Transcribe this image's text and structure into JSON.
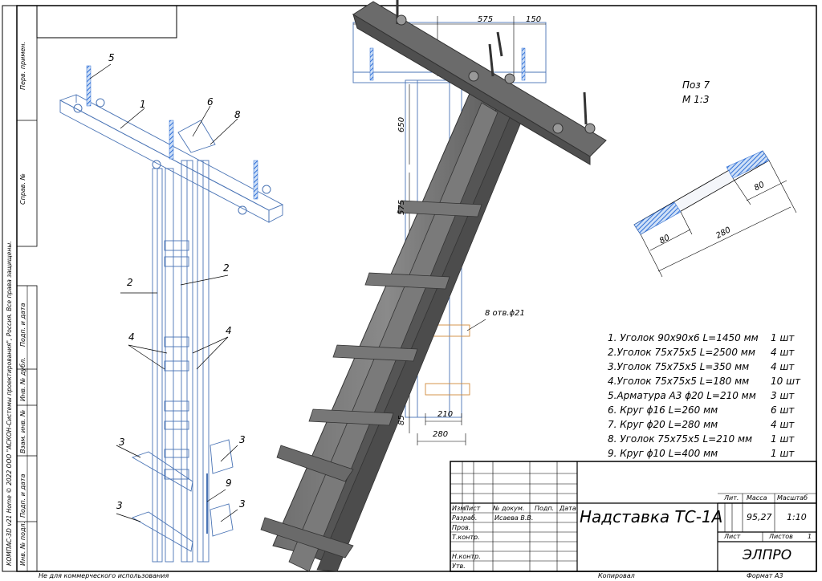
{
  "copyright_note": "КОМПАС-3D v21 Home © 2022 ООО \"АСКОН-Системы проектирования\", Россия. Все права защищены.",
  "footer": {
    "noncommercial": "Не для коммерческого использования",
    "copied_label": "Копировал",
    "format_label": "Формат",
    "format_value": "А3"
  },
  "side_stamp": {
    "perv_primen": "Перв. примен.",
    "sprav_no": "Справ. №",
    "podp_data_1": "Подп. и дата",
    "inv_dubl": "Инв. № дубл.",
    "vzam_inv": "Взам. инв. №",
    "podp_data_2": "Подп. и дата",
    "inv_podl": "Инв. № подл."
  },
  "iso_callouts": [
    "5",
    "1",
    "6",
    "8",
    "2",
    "2",
    "4",
    "4",
    "3",
    "3",
    "9",
    "3",
    "3"
  ],
  "dimensions": {
    "top_575": "575",
    "top_150": "150",
    "v_650": "650",
    "v_575": "575",
    "v_85": "85",
    "h_210": "210",
    "h_280": "280",
    "holes_note": "8 отв.ϕ21"
  },
  "detail": {
    "pos_label": "Поз 7",
    "scale_label": "М 1:3",
    "dim_left": "80",
    "dim_total": "280",
    "dim_right": "80"
  },
  "parts_list": [
    {
      "text": "1. Уголок 90х90х6  L=1450 мм",
      "qty": "1 шт"
    },
    {
      "text": "2.Уголок 75х75х5 L=2500 мм",
      "qty": "4 шт"
    },
    {
      "text": "3.Уголок 75х75х5 L=350 мм",
      "qty": "4 шт"
    },
    {
      "text": "4.Уголок 75х75х5 L=180 мм",
      "qty": "10 шт"
    },
    {
      "text": "5.Арматура А3 ϕ20  L=210 мм",
      "qty": "3 шт"
    },
    {
      "text": "6. Круг ϕ16  L=260 мм",
      "qty": "6 шт"
    },
    {
      "text": "7. Круг ϕ20  L=280 мм",
      "qty": "4 шт"
    },
    {
      "text": "8. Уголок 75х75х5  L=210 мм",
      "qty": "1 шт"
    },
    {
      "text": "9. Круг ϕ10   L=400 мм",
      "qty": "1 шт"
    }
  ],
  "title_block": {
    "izm": "Изм.",
    "list": "Лист",
    "doc_no": "№ докум.",
    "podp": "Подп.",
    "data": "Дата",
    "razrab": "Разраб.",
    "razrab_name": "Исаева В.В.",
    "prov": "Пров.",
    "tkontr": "Т.контр.",
    "nkontr": "Н.контр.",
    "utv": "Утв.",
    "title": "Надставка ТС-1А",
    "lit": "Лит.",
    "massa": "Масса",
    "masshtab": "Масштаб",
    "mass_value": "95,27",
    "scale_value": "1:10",
    "sheet": "Лист",
    "sheets": "Листов",
    "sheets_value": "1",
    "org": "ЭЛПРО"
  }
}
